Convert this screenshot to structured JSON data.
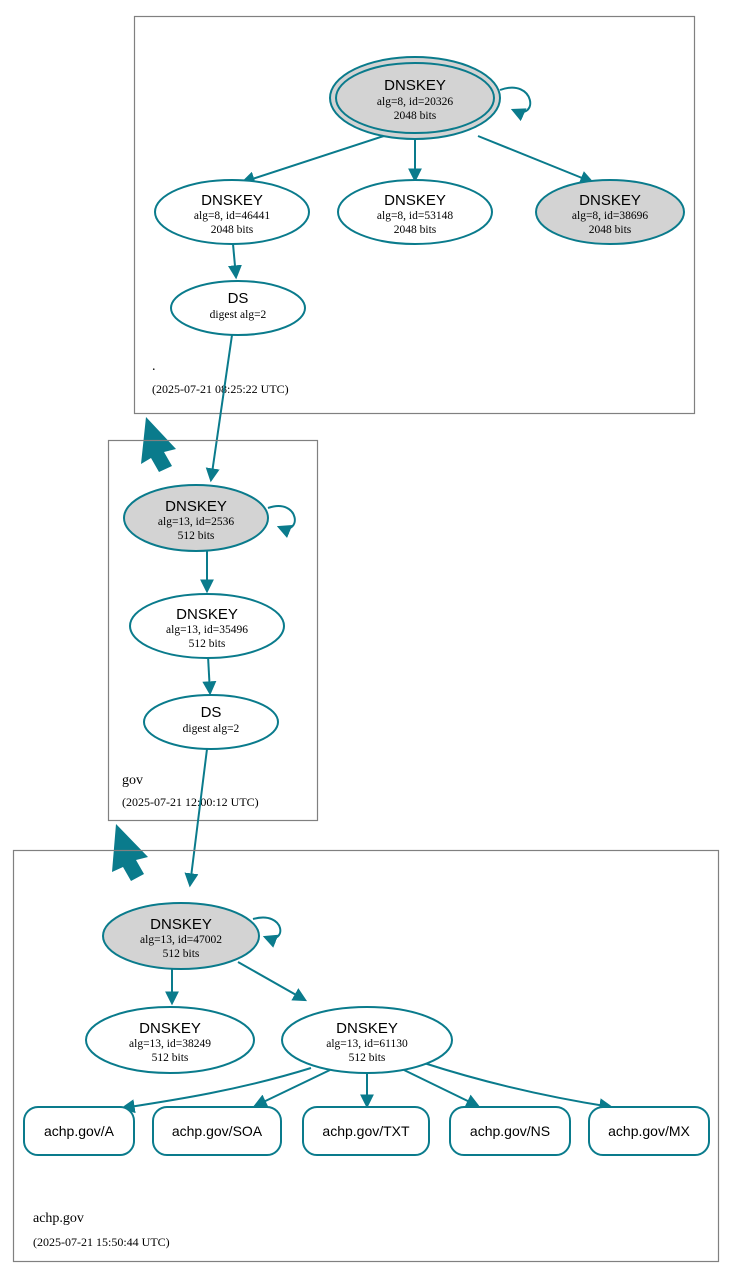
{
  "diagram": {
    "kind": "dnssec-authentication-chain",
    "colors": {
      "stroke_teal": "#0a7b8c",
      "fill_gray": "#d3d3d3",
      "fill_white": "#ffffff",
      "zone_border": "#808080",
      "text": "#000000"
    }
  },
  "zones": [
    {
      "id": "root",
      "name": ".",
      "timestamp": "(2025-07-21 08:25:22 UTC)",
      "nodes": [
        {
          "id": "root-ksk-20326",
          "type": "DNSKEY",
          "title": "DNSKEY",
          "line2": "alg=8, id=20326",
          "line3": "2048 bits",
          "alg": 8,
          "key_id": 20326,
          "bits": 2048,
          "sep": true,
          "shape": "doublecircle",
          "fill": "gray"
        },
        {
          "id": "root-zsk-46441",
          "type": "DNSKEY",
          "title": "DNSKEY",
          "line2": "alg=8, id=46441",
          "line3": "2048 bits",
          "alg": 8,
          "key_id": 46441,
          "bits": 2048,
          "sep": false,
          "shape": "ellipse",
          "fill": "white"
        },
        {
          "id": "root-zsk-53148",
          "type": "DNSKEY",
          "title": "DNSKEY",
          "line2": "alg=8, id=53148",
          "line3": "2048 bits",
          "alg": 8,
          "key_id": 53148,
          "bits": 2048,
          "sep": false,
          "shape": "ellipse",
          "fill": "white"
        },
        {
          "id": "root-zsk-38696",
          "type": "DNSKEY",
          "title": "DNSKEY",
          "line2": "alg=8, id=38696",
          "line3": "2048 bits",
          "alg": 8,
          "key_id": 38696,
          "bits": 2048,
          "sep": false,
          "shape": "ellipse",
          "fill": "gray"
        },
        {
          "id": "root-ds-gov",
          "type": "DS",
          "title": "DS",
          "line2": "digest alg=2",
          "line3": "",
          "shape": "ellipse",
          "fill": "white"
        }
      ]
    },
    {
      "id": "gov",
      "name": "gov",
      "timestamp": "(2025-07-21 12:00:12 UTC)",
      "nodes": [
        {
          "id": "gov-ksk-2536",
          "type": "DNSKEY",
          "title": "DNSKEY",
          "line2": "alg=13, id=2536",
          "line3": "512 bits",
          "alg": 13,
          "key_id": 2536,
          "bits": 512,
          "sep": true,
          "shape": "ellipse",
          "fill": "gray"
        },
        {
          "id": "gov-zsk-35496",
          "type": "DNSKEY",
          "title": "DNSKEY",
          "line2": "alg=13, id=35496",
          "line3": "512 bits",
          "alg": 13,
          "key_id": 35496,
          "bits": 512,
          "sep": false,
          "shape": "ellipse",
          "fill": "white"
        },
        {
          "id": "gov-ds-achp",
          "type": "DS",
          "title": "DS",
          "line2": "digest alg=2",
          "line3": "",
          "shape": "ellipse",
          "fill": "white"
        }
      ]
    },
    {
      "id": "achp",
      "name": "achp.gov",
      "timestamp": "(2025-07-21 15:50:44 UTC)",
      "nodes": [
        {
          "id": "achp-ksk-47002",
          "type": "DNSKEY",
          "title": "DNSKEY",
          "line2": "alg=13, id=47002",
          "line3": "512 bits",
          "alg": 13,
          "key_id": 47002,
          "bits": 512,
          "sep": true,
          "shape": "ellipse",
          "fill": "gray"
        },
        {
          "id": "achp-zsk-38249",
          "type": "DNSKEY",
          "title": "DNSKEY",
          "line2": "alg=13, id=38249",
          "line3": "512 bits",
          "alg": 13,
          "key_id": 38249,
          "bits": 512,
          "sep": false,
          "shape": "ellipse",
          "fill": "white"
        },
        {
          "id": "achp-zsk-61130",
          "type": "DNSKEY",
          "title": "DNSKEY",
          "line2": "alg=13, id=61130",
          "line3": "512 bits",
          "alg": 13,
          "key_id": 61130,
          "bits": 512,
          "sep": false,
          "shape": "ellipse",
          "fill": "white"
        }
      ],
      "rrsets": [
        {
          "id": "rr-a",
          "label": "achp.gov/A"
        },
        {
          "id": "rr-soa",
          "label": "achp.gov/SOA"
        },
        {
          "id": "rr-txt",
          "label": "achp.gov/TXT"
        },
        {
          "id": "rr-ns",
          "label": "achp.gov/NS"
        },
        {
          "id": "rr-mx",
          "label": "achp.gov/MX"
        }
      ]
    }
  ]
}
